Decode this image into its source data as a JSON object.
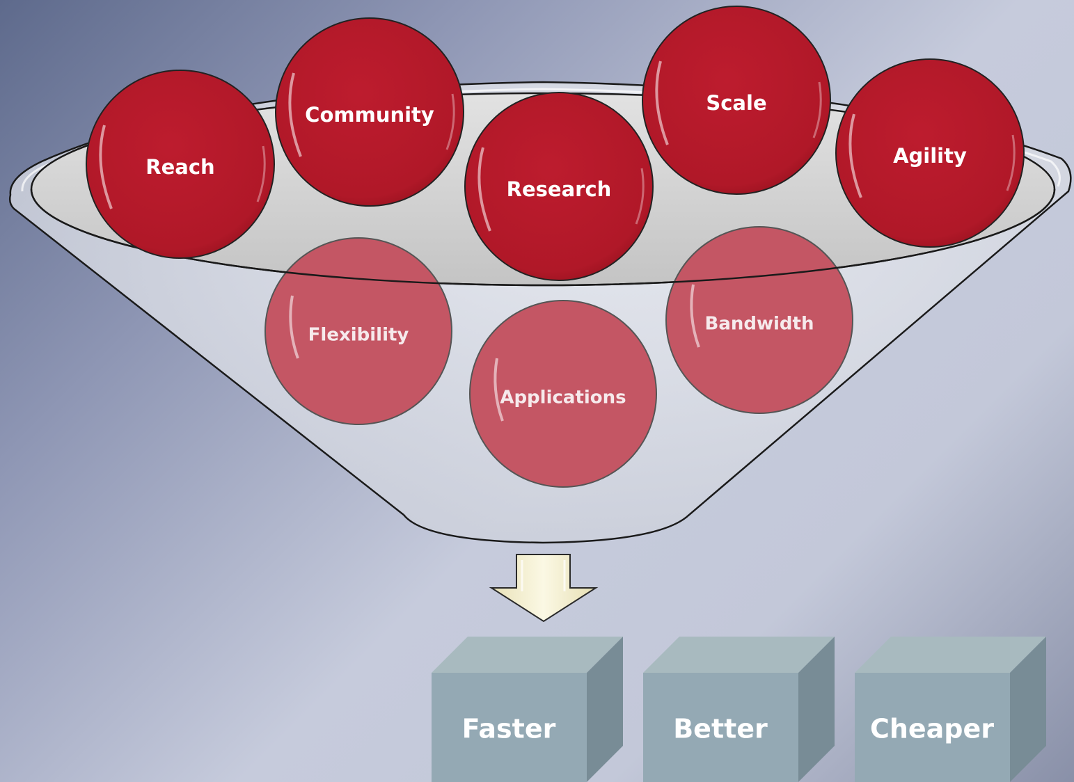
{
  "funnel": {
    "top_items": [
      "Reach",
      "Community",
      "Research",
      "Scale",
      "Agility"
    ],
    "inner_items": [
      "Flexibility",
      "Applications",
      "Bandwidth"
    ],
    "colors": {
      "circle_fill": "#b31a2c",
      "inner_circle_fill": "#c86f7a",
      "funnel_body": "#d7dbe3",
      "funnel_opening": "#d2d2d2",
      "arrow_fill": "#f1eccb",
      "box_front": "#94a9b4",
      "box_top": "#a8babf",
      "box_side": "#788c96"
    }
  },
  "outcomes": [
    "Faster",
    "Better",
    "Cheaper"
  ]
}
